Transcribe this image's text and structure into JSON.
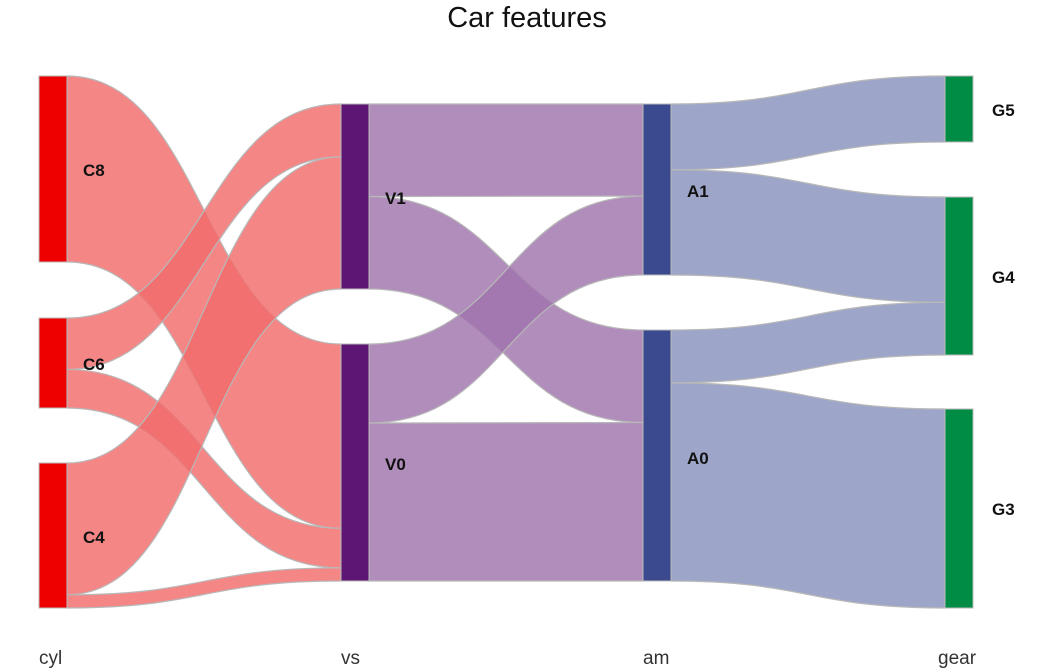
{
  "chart_data": {
    "type": "sankey",
    "title": "Car features",
    "axes": [
      "cyl",
      "vs",
      "am",
      "gear"
    ],
    "nodes": {
      "cyl": [
        {
          "id": "C8",
          "label": "C8",
          "value": 14
        },
        {
          "id": "C6",
          "label": "C6",
          "value": 7
        },
        {
          "id": "C4",
          "label": "C4",
          "value": 11
        }
      ],
      "vs": [
        {
          "id": "V1",
          "label": "V1",
          "value": 14
        },
        {
          "id": "V0",
          "label": "V0",
          "value": 18
        }
      ],
      "am": [
        {
          "id": "A1",
          "label": "A1",
          "value": 13
        },
        {
          "id": "A0",
          "label": "A0",
          "value": 19
        }
      ],
      "gear": [
        {
          "id": "G5",
          "label": "G5",
          "value": 5
        },
        {
          "id": "G4",
          "label": "G4",
          "value": 12
        },
        {
          "id": "G3",
          "label": "G3",
          "value": 15
        }
      ]
    },
    "links": [
      {
        "source": "C8",
        "target": "V0",
        "value": 14
      },
      {
        "source": "C6",
        "target": "V1",
        "value": 4
      },
      {
        "source": "C6",
        "target": "V0",
        "value": 3
      },
      {
        "source": "C4",
        "target": "V1",
        "value": 10
      },
      {
        "source": "C4",
        "target": "V0",
        "value": 1
      },
      {
        "source": "V1",
        "target": "A1",
        "value": 7
      },
      {
        "source": "V1",
        "target": "A0",
        "value": 7
      },
      {
        "source": "V0",
        "target": "A1",
        "value": 6
      },
      {
        "source": "V0",
        "target": "A0",
        "value": 12
      },
      {
        "source": "A1",
        "target": "G5",
        "value": 5
      },
      {
        "source": "A1",
        "target": "G4",
        "value": 8
      },
      {
        "source": "A0",
        "target": "G4",
        "value": 4
      },
      {
        "source": "A0",
        "target": "G3",
        "value": 15
      }
    ],
    "colors": {
      "cyl_node": "#ee0000",
      "cyl_link": "#f26b6b",
      "vs_node": "#5e1675",
      "vs_link": "#a074ad",
      "am_node": "#3b4a8e",
      "am_link": "#8892bd",
      "gear_node": "#008c45"
    }
  }
}
